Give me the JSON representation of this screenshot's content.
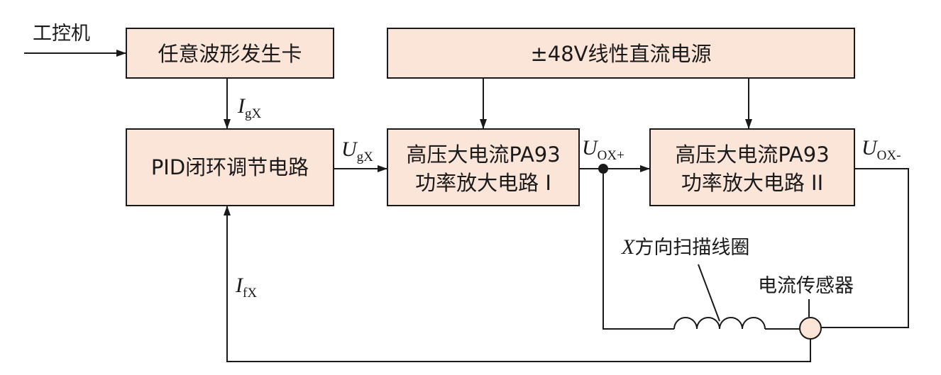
{
  "blocks": {
    "ipc": "工控机",
    "awg_card": "任意波形发生卡",
    "power_supply": "±48V线性直流电源",
    "pid": "PID闭环调节电路",
    "amp1_line1": "高压大电流PA93",
    "amp1_line2": "功率放大电路 I",
    "amp2_line1": "高压大电流PA93",
    "amp2_line2": "功率放大电路 II",
    "coil": "X方向扫描线圈",
    "sensor": "电流传感器"
  },
  "signals": {
    "igx_main": "I",
    "igx_sub": "gX",
    "ugx_main": "U",
    "ugx_sub": "gX",
    "uox_plus_main": "U",
    "uox_plus_sub": "OX+",
    "uox_minus_main": "U",
    "uox_minus_sub": "OX-",
    "ifx_main": "I",
    "ifx_sub": "fX"
  },
  "colors": {
    "block_fill": "#fbe4d8",
    "stroke": "#1a1a1a"
  }
}
